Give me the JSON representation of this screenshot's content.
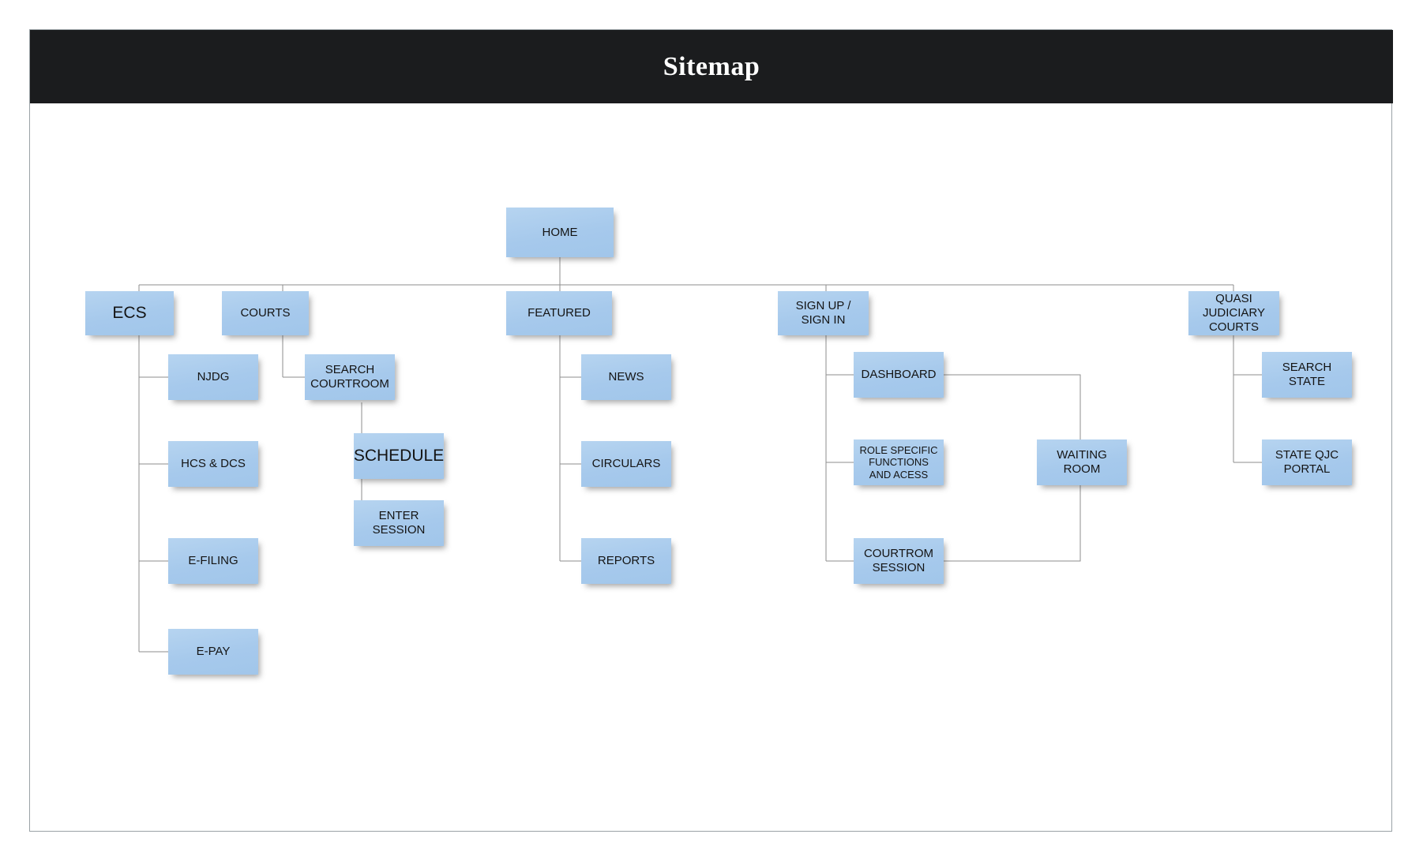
{
  "header": {
    "title": "Sitemap"
  },
  "diagram": {
    "type": "sitemap-tree",
    "root": "HOME",
    "nodes": {
      "home": "HOME",
      "ecs": "ECS",
      "courts": "COURTS",
      "featured": "FEATURED",
      "signup": "SIGN UP /\nSIGN IN",
      "qjc": "QUASI\nJUDICIARY\nCOURTS",
      "njdg": "NJDG",
      "hcs_dcs": "HCS & DCS",
      "efiling": "E-FILING",
      "epay": "E-PAY",
      "search_courtroom": "SEARCH\nCOURTROOM",
      "schedule": "SCHEDULE",
      "enter_session": "ENTER\nSESSION",
      "news": "NEWS",
      "circulars": "CIRCULARS",
      "reports": "REPORTS",
      "dashboard": "DASHBOARD",
      "role_specific": "ROLE SPECIFIC\nFUNCTIONS\nAND ACESS",
      "waiting_room": "WAITING\nROOM",
      "courtrom_session": "COURTROM\nSESSION",
      "search_state": "SEARCH\nSTATE",
      "state_qjc_portal": "STATE QJC\nPORTAL"
    },
    "edges": [
      [
        "home",
        "ecs"
      ],
      [
        "home",
        "courts"
      ],
      [
        "home",
        "featured"
      ],
      [
        "home",
        "signup"
      ],
      [
        "home",
        "qjc"
      ],
      [
        "ecs",
        "njdg"
      ],
      [
        "ecs",
        "hcs_dcs"
      ],
      [
        "ecs",
        "efiling"
      ],
      [
        "ecs",
        "epay"
      ],
      [
        "courts",
        "search_courtroom"
      ],
      [
        "search_courtroom",
        "schedule"
      ],
      [
        "search_courtroom",
        "enter_session"
      ],
      [
        "featured",
        "news"
      ],
      [
        "featured",
        "circulars"
      ],
      [
        "featured",
        "reports"
      ],
      [
        "signup",
        "dashboard"
      ],
      [
        "signup",
        "role_specific"
      ],
      [
        "signup",
        "courtrom_session"
      ],
      [
        "dashboard",
        "waiting_room"
      ],
      [
        "waiting_room",
        "courtrom_session"
      ]
    ],
    "colors": {
      "node_fill": "#a8cbec",
      "node_text": "#141414",
      "connector": "#8d8d8d",
      "header_bg": "#1b1c1e",
      "header_text": "#ffffff",
      "frame_border": "#9aa2a6",
      "page_bg": "#ffffff"
    }
  }
}
